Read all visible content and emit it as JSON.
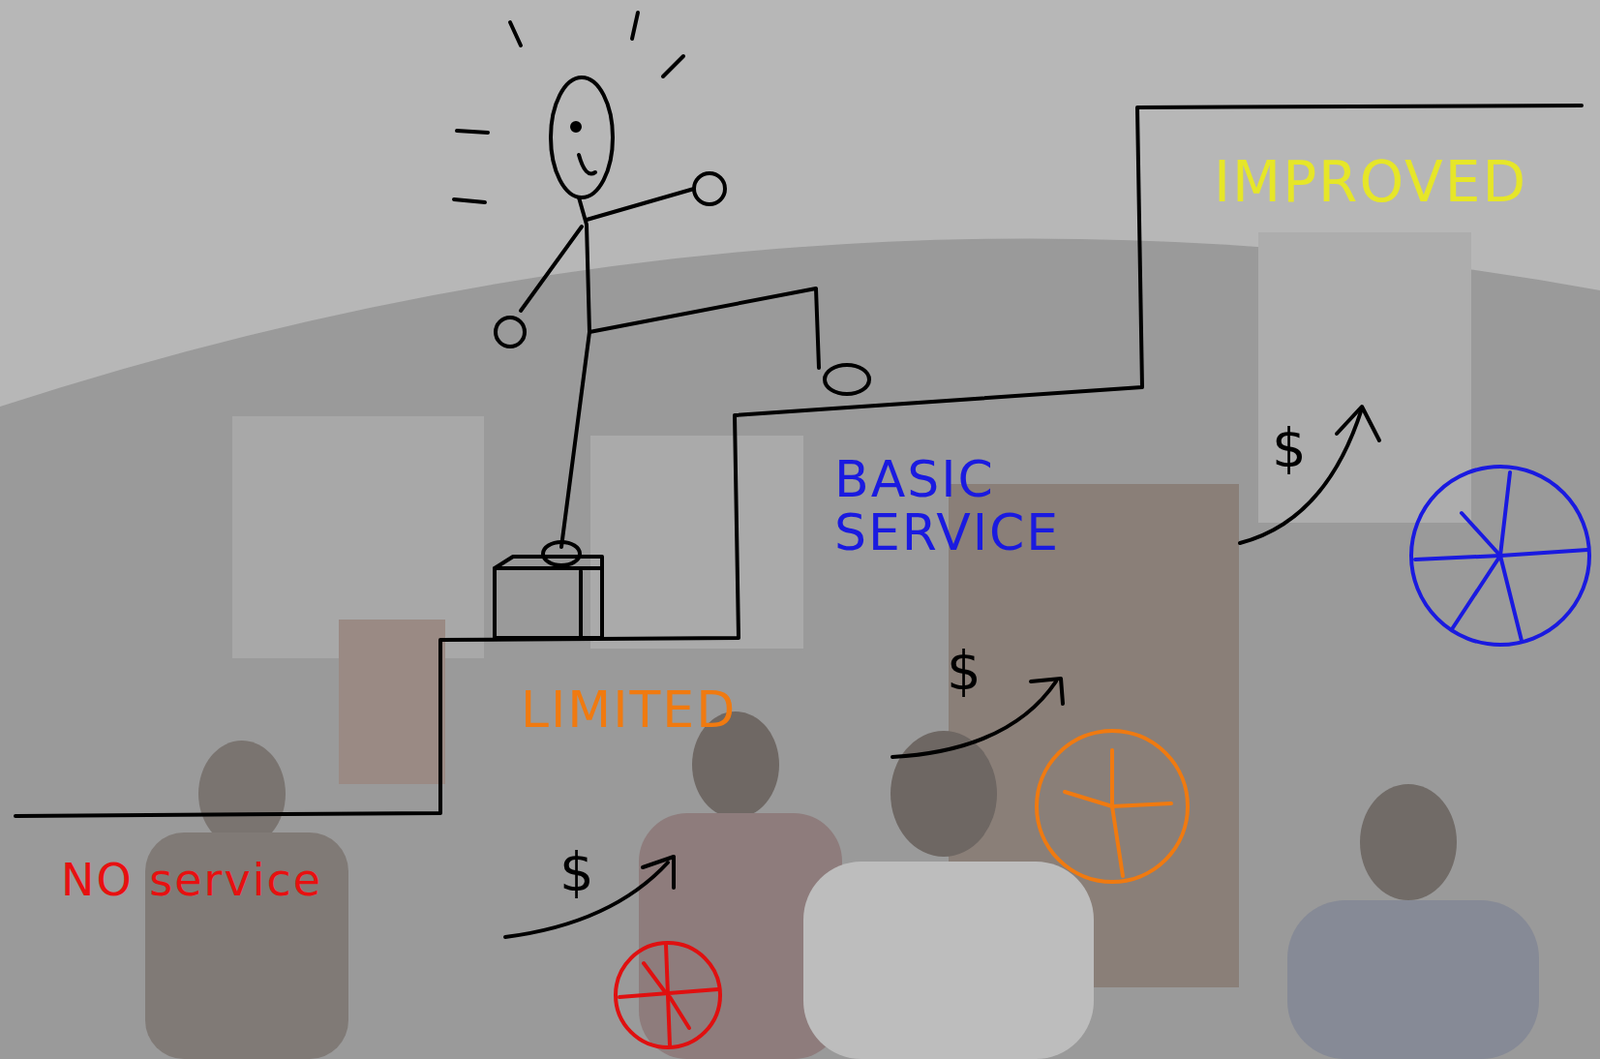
{
  "diagram": {
    "labels": [
      "NO service",
      "LIMITED",
      "BASIC SERVICE",
      "IMPROVED",
      "$",
      "$",
      "$"
    ]
  }
}
